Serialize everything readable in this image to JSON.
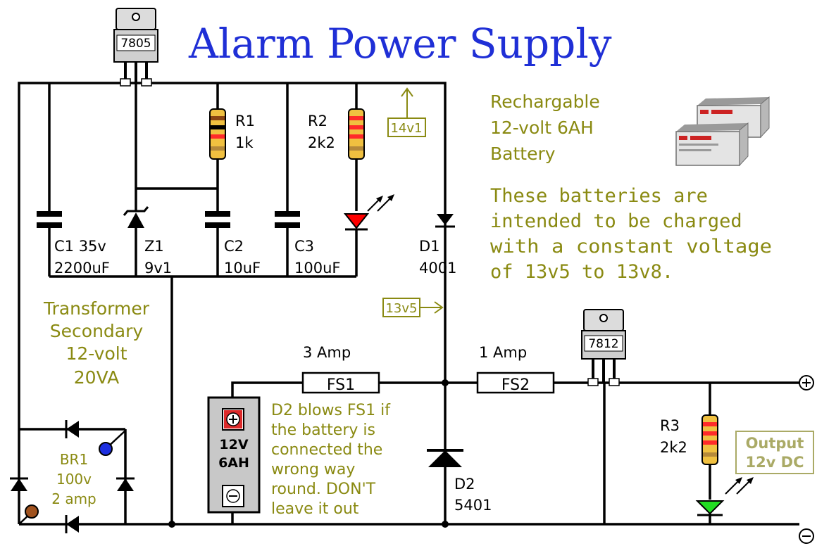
{
  "title": "Alarm Power Supply",
  "regulators": {
    "u1": "7805",
    "u2": "7812"
  },
  "components": {
    "c1": {
      "name": "C1 35v",
      "value": "2200uF"
    },
    "z1": {
      "name": "Z1",
      "value": "9v1"
    },
    "c2": {
      "name": "C2",
      "value": "10uF"
    },
    "c3": {
      "name": "C3",
      "value": "100uF"
    },
    "d1": {
      "name": "D1",
      "value": "4001"
    },
    "r1": {
      "name": "R1",
      "value": "1k"
    },
    "r2": {
      "name": "R2",
      "value": "2k2"
    },
    "r3": {
      "name": "R3",
      "value": "2k2"
    },
    "d2": {
      "name": "D2",
      "value": "5401"
    },
    "fs1": {
      "name": "FS1",
      "rating": "3 Amp"
    },
    "fs2": {
      "name": "FS2",
      "rating": "1 Amp"
    },
    "br1": {
      "name": "BR1",
      "rating": "100v",
      "current": "2 amp"
    }
  },
  "test_points": {
    "tp1": "14v1",
    "tp2": "13v5"
  },
  "battery_label": [
    "Rechargable",
    "12-volt 6AH",
    "Battery"
  ],
  "battery_symbol": {
    "voltage": "12V",
    "capacity": "6AH"
  },
  "battery_note": [
    "These batteries are",
    "intended to be charged",
    "with a constant voltage",
    "of 13v5 to 13v8."
  ],
  "transformer_label": [
    "Transformer",
    "Secondary",
    "12-volt",
    "20VA"
  ],
  "d2_note": [
    "D2 blows FS1 if",
    "the battery is",
    "connected the",
    "wrong way",
    "round.  DON'T",
    "leave it out"
  ],
  "output_label": [
    "Output",
    "12v DC"
  ],
  "colors": {
    "title": "#1f2fd6",
    "label": "#8a8a12",
    "wire": "#000000",
    "led_red": "#ff0000",
    "led_green": "#22dd22"
  }
}
